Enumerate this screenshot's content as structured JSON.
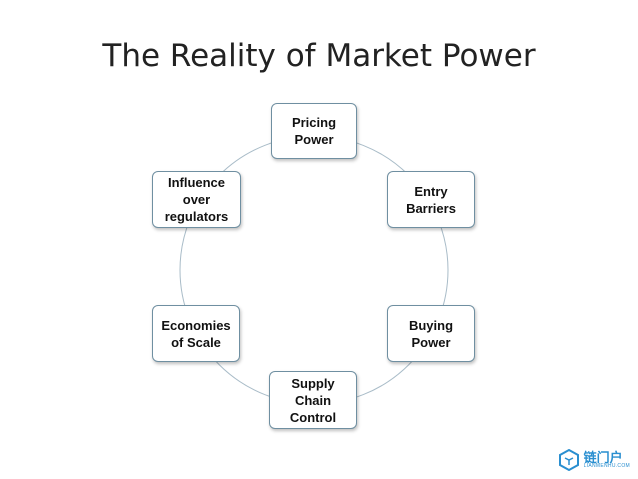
{
  "title": "The Reality of Market Power",
  "diagram": {
    "nodes": [
      {
        "id": "pricing-power",
        "label": "Pricing\nPower"
      },
      {
        "id": "entry-barriers",
        "label": "Entry\nBarriers"
      },
      {
        "id": "buying-power",
        "label": "Buying\nPower"
      },
      {
        "id": "supply-chain-control",
        "label": "Supply\nChain\nControl"
      },
      {
        "id": "economies-of-scale",
        "label": "Economies\nof Scale"
      },
      {
        "id": "influence-over-regulators",
        "label": "Influence\nover\nregulators"
      }
    ],
    "colors": {
      "border": "#6f8fa1",
      "ring": "#a9bcc8"
    }
  },
  "watermark": {
    "logo": "cube-logo-icon",
    "text": "链门户",
    "subtext": "LIANMENHU.COM"
  }
}
